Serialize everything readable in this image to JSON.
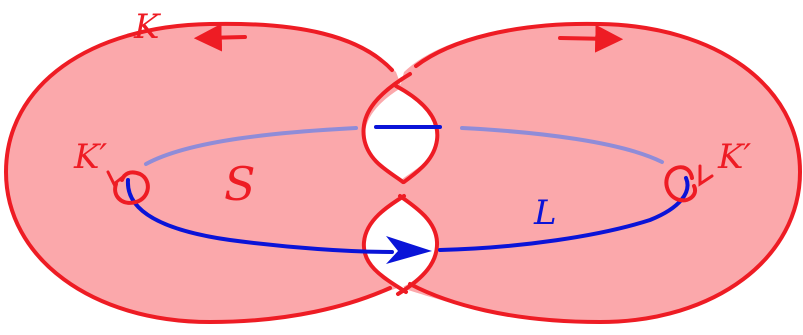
{
  "labels": {
    "knot": "K",
    "surface": "S",
    "curve": "L",
    "meridian_left": "K′",
    "meridian_right": "K′"
  },
  "colors": {
    "knot": "#ee1c24",
    "surface_fill": "#fba8ab",
    "curve": "#0a14d8",
    "curve_back": "#8f8cd8",
    "background": "#ffffff"
  }
}
